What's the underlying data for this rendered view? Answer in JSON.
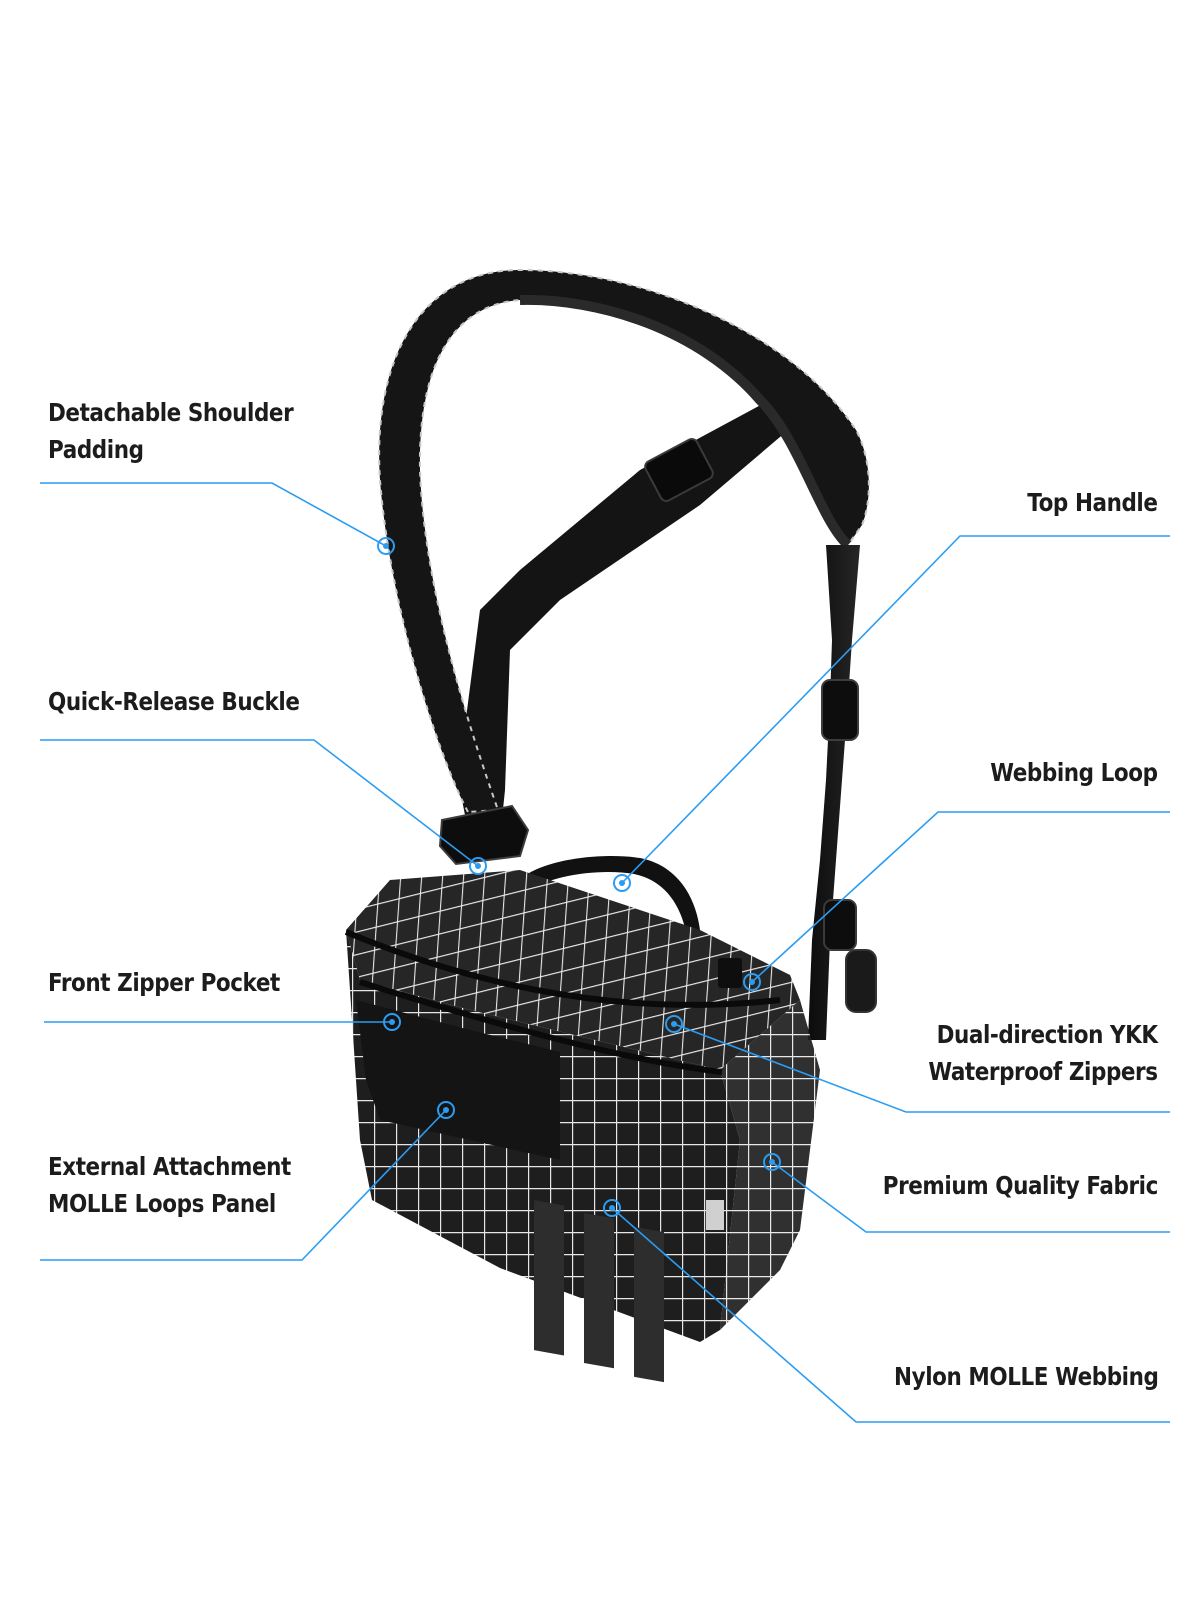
{
  "callouts": [
    {
      "id": "detachable-shoulder-padding",
      "lines": [
        "Detachable Shoulder",
        "Padding"
      ]
    },
    {
      "id": "quick-release-buckle",
      "lines": [
        "Quick-Release Buckle"
      ]
    },
    {
      "id": "front-zipper-pocket",
      "lines": [
        "Front Zipper Pocket"
      ]
    },
    {
      "id": "external-attachment-molle-loops-panel",
      "lines": [
        "External Attachment",
        "MOLLE Loops Panel"
      ]
    },
    {
      "id": "top-handle",
      "lines": [
        "Top Handle"
      ]
    },
    {
      "id": "webbing-loop",
      "lines": [
        "Webbing Loop"
      ]
    },
    {
      "id": "dual-direction-ykk-waterproof-zippers",
      "lines": [
        "Dual-direction YKK",
        "Waterproof Zippers"
      ]
    },
    {
      "id": "premium-quality-fabric",
      "lines": [
        "Premium Quality Fabric"
      ]
    },
    {
      "id": "nylon-molle-webbing",
      "lines": [
        "Nylon MOLLE Webbing"
      ]
    }
  ],
  "colors": {
    "leader": "#2b9cf2",
    "label_text": "#1c1c1c",
    "bag_body": "#1e1e1e",
    "grid_line": "#e6e6e6",
    "strap": "#121212"
  },
  "icons": [
    "target-marker-icon"
  ]
}
